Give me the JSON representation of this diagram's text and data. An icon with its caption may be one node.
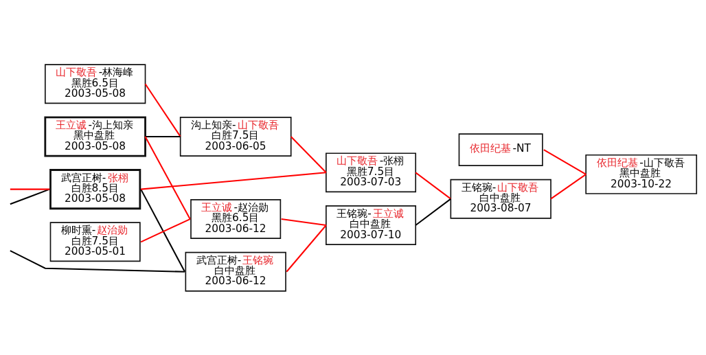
{
  "diagram": {
    "nodes": [
      {
        "text": [
          "山下敬吾-林海峰",
          "黑胜6.5目",
          "2003-05-08"
        ]
      },
      {
        "text": [
          "王立诚-沟上知亲",
          "黑中盘胜",
          "2003-05-08"
        ]
      },
      {
        "text": [
          "武宫正树-张栩",
          "白胜8.5目",
          "2003-05-08"
        ]
      },
      {
        "text": [
          "柳时熏-赵治勋",
          "白胜7.5目",
          "2003-05-01"
        ]
      },
      {
        "text": [
          "沟上知亲-山下敬吾",
          "白胜7.5目",
          "2003-06-05"
        ]
      },
      {
        "text": [
          "王立诚-赵治勋",
          "黑胜6.5目",
          "2003-06-12"
        ]
      },
      {
        "text": [
          "武宫正树-王铭琬",
          "白中盘胜",
          "2003-06-12"
        ]
      },
      {
        "text": [
          "山下敬吾-张栩",
          "黑胜7.5目",
          "2003-07-03"
        ]
      },
      {
        "text": [
          "王铭琬-王立诚",
          "白中盘胜",
          "2003-07-10"
        ]
      },
      {
        "text": [
          "依田纪基-NT"
        ]
      },
      {
        "text": [
          "王铭琬-山下敬吾",
          "白中盘胜",
          "2003-08-07"
        ]
      },
      {
        "text": [
          "依田纪基-山下敬吾",
          "黑中盘胜",
          "2003-10-22"
        ]
      }
    ],
    "edges": [
      {
        "from": null,
        "to": 2,
        "arrow": "none",
        "color": "#000000"
      },
      {
        "from": null,
        "to": 2,
        "arrow": "none"
      },
      {
        "from": null,
        "to": 6,
        "arrow": "none",
        "color": "#000000"
      },
      {
        "from": 0,
        "to": 4,
        "arrow": "none"
      },
      {
        "from": 1,
        "to": 4,
        "arrow": "none",
        "color": "#000000"
      },
      {
        "from": 1,
        "to": 5,
        "arrow": "none"
      },
      {
        "from": 2,
        "to": 7,
        "arrow": "none"
      },
      {
        "from": 2,
        "to": 6,
        "arrow": "none",
        "color": "#000000"
      },
      {
        "from": 3,
        "to": 5,
        "arrow": "none"
      },
      {
        "from": 4,
        "to": 7,
        "arrow": "none"
      },
      {
        "from": 5,
        "to": 8,
        "arrow": "none"
      },
      {
        "from": 6,
        "to": 8,
        "arrow": "none"
      },
      {
        "from": 7,
        "to": 10,
        "arrow": "none"
      },
      {
        "from": 8,
        "to": 10,
        "arrow": "none",
        "color": "#000000"
      },
      {
        "from": 10,
        "to": 11,
        "arrow": "none"
      },
      {
        "from": 9,
        "to": 11,
        "arrow": "none"
      }
    ]
  }
}
